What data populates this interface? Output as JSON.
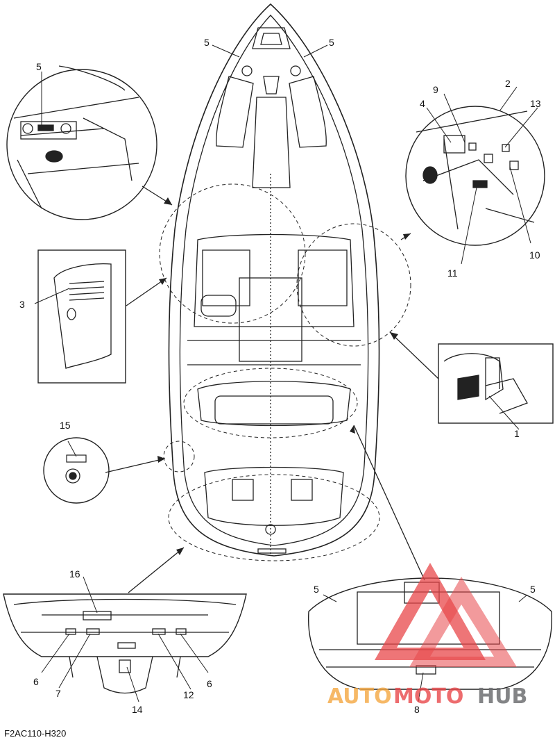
{
  "callouts": {
    "c1": "1",
    "c2": "2",
    "c3": "3",
    "c4": "4",
    "c5a": "5",
    "c5b": "5",
    "c5c": "5",
    "c5d": "5",
    "c5e": "5",
    "c6a": "6",
    "c6b": "6",
    "c7": "7",
    "c8": "8",
    "c9": "9",
    "c10": "10",
    "c11": "11",
    "c12": "12",
    "c13": "13",
    "c14": "14",
    "c15": "15",
    "c16": "16"
  },
  "figure_code": "F2AC110-H320",
  "watermark": {
    "auto": "AUTO",
    "moto": "MOTO",
    "hub": "HUB"
  },
  "colors": {
    "line": "#222222",
    "watermark_red": "#e8474a",
    "watermark_orange": "#f4a640",
    "watermark_gray": "#6d6e71"
  }
}
